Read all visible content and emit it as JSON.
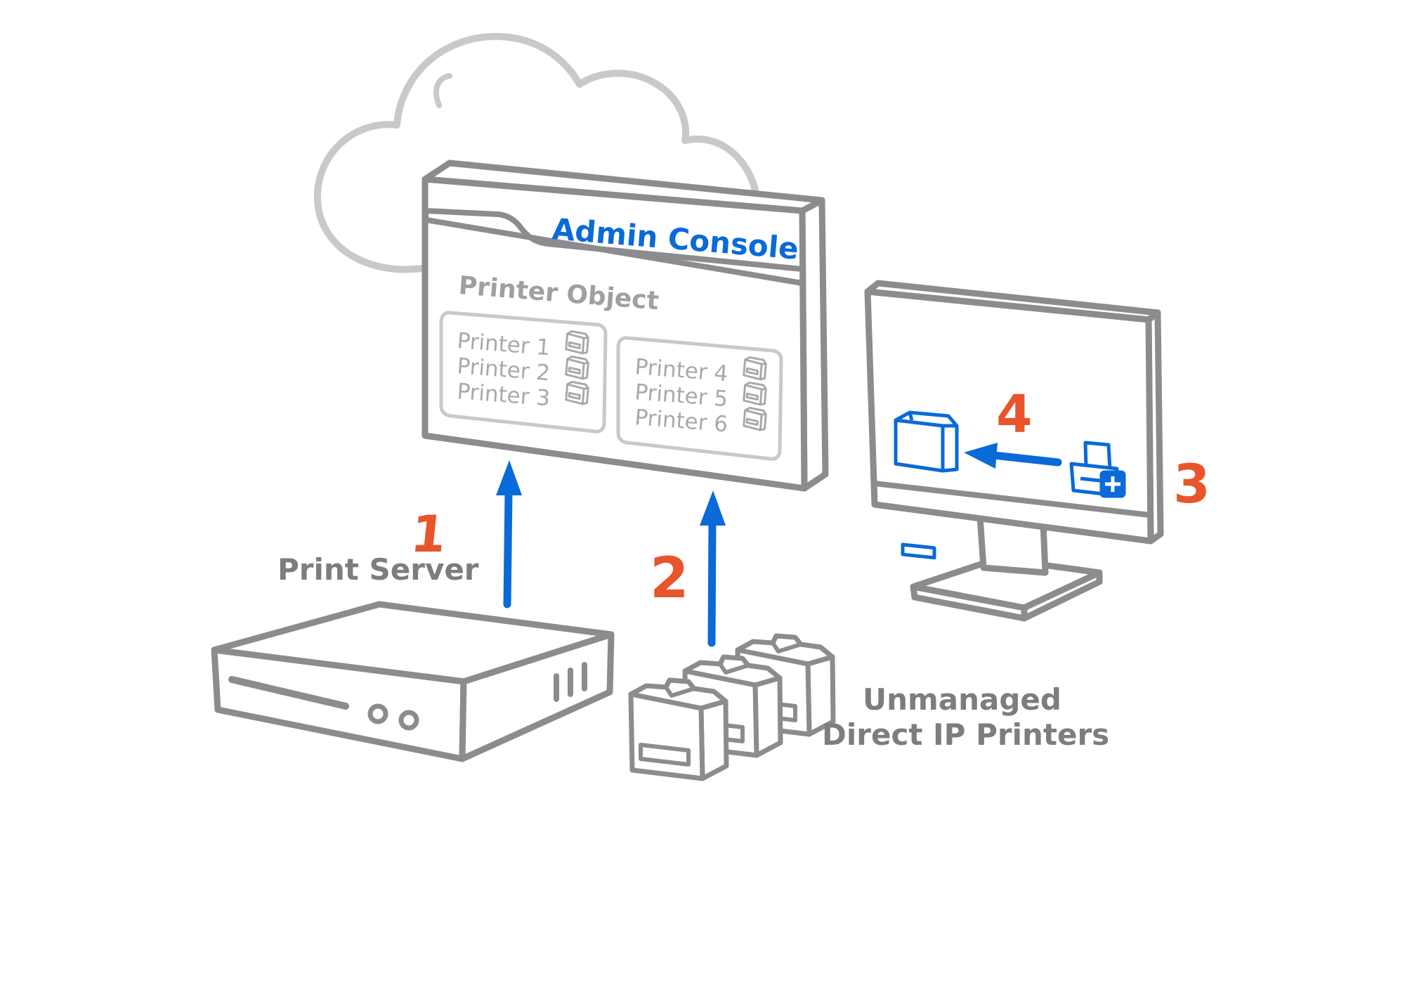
{
  "colors": {
    "accent_blue": "#0a6ad8",
    "step_orange": "#e9552b",
    "outline_gray": "#8c8c8e",
    "text_gray": "#7d7d80",
    "light_gray": "#c9c9cb"
  },
  "admin_console": {
    "title": "Admin Console",
    "section_title": "Printer Object",
    "group_a": [
      "Printer 1",
      "Printer 2",
      "Printer 3"
    ],
    "group_b": [
      "Printer 4",
      "Printer 5",
      "Printer 6"
    ]
  },
  "print_server": {
    "label": "Print Server"
  },
  "unmanaged_printers": {
    "label_line1": "Unmanaged",
    "label_line2": "Direct IP Printers"
  },
  "steps": {
    "step1": "1",
    "step2": "2",
    "step3": "3",
    "step4": "4"
  },
  "icons": {
    "cloud": "cloud-icon",
    "printer_small": "printer-icon",
    "add_printer": "add-printer-icon",
    "installed_printer": "installed-printer-icon",
    "server": "print-server-icon",
    "monitor": "monitor-icon"
  }
}
